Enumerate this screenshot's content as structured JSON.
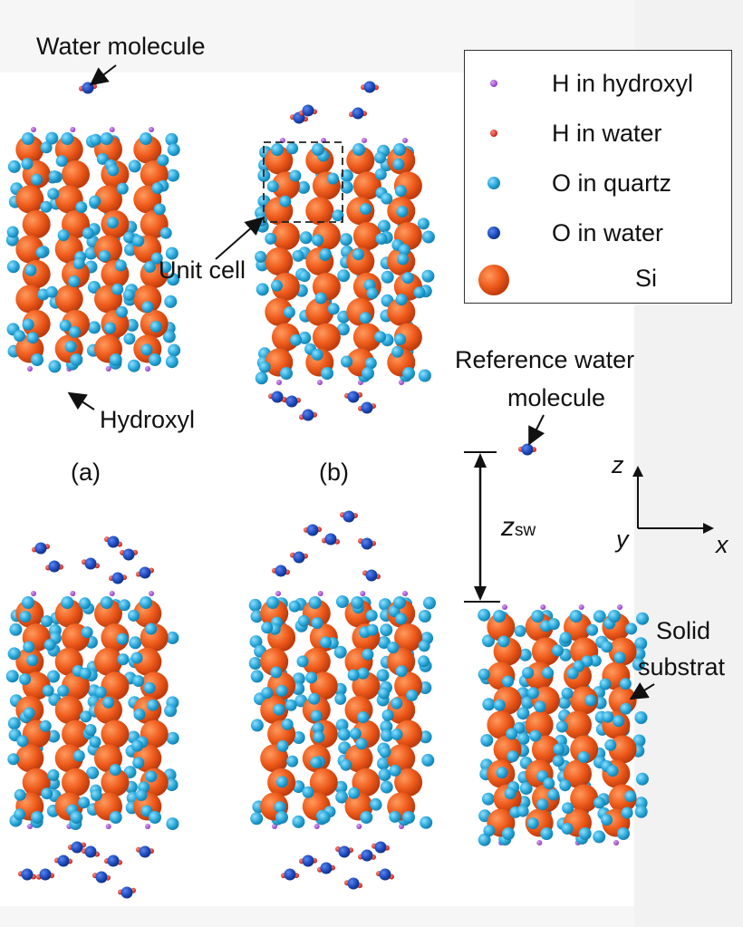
{
  "labels": {
    "water_molecule": "Water molecule",
    "hydroxyl": "Hydroxyl",
    "unit_cell": "Unit cell",
    "panel_a": "(a)",
    "panel_b": "(b)",
    "reference_water_line1": "Reference water",
    "reference_water_line2": "molecule",
    "solid_line1": "Solid",
    "solid_line2": "substrat",
    "z_sw_main": "z",
    "z_sw_sub": "sw",
    "axis_z": "z",
    "axis_y": "y",
    "axis_x": "x"
  },
  "legend": [
    {
      "label": "H in hydroxyl",
      "color": "#a64fd6",
      "type": "h-hydroxyl"
    },
    {
      "label": "H in water",
      "color": "#e4291d",
      "type": "h-water"
    },
    {
      "label": "O in quartz",
      "color": "#27a6d9",
      "type": "o-quartz"
    },
    {
      "label": "O in water",
      "color": "#1c4bbf",
      "type": "o-water"
    },
    {
      "label": "Si",
      "color": "#ee5b1b",
      "type": "si"
    }
  ],
  "colors": {
    "si": "#ee5b1b",
    "o_quartz": "#27a6d9",
    "o_water": "#1c4bbf",
    "h_water": "#e4291d",
    "h_hydroxyl": "#a64fd6"
  }
}
